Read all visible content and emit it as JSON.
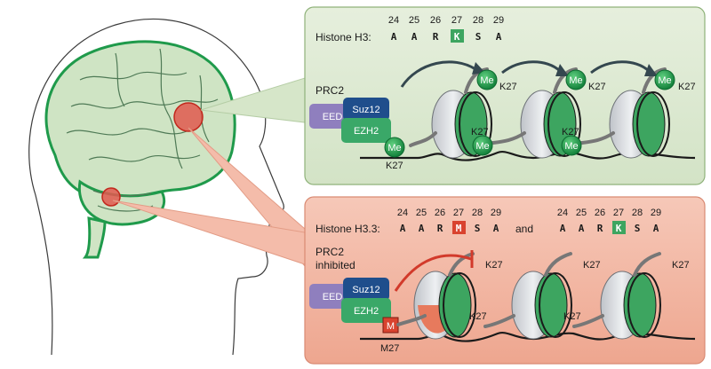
{
  "top_panel": {
    "histone_label": "Histone H3:",
    "positions": [
      "24",
      "25",
      "26",
      "27",
      "28",
      "29"
    ],
    "residues": [
      "A",
      "A",
      "R",
      "K",
      "S",
      "A"
    ],
    "complex_label": "PRC2",
    "proteins": {
      "eed": "EED",
      "suz12": "Suz12",
      "ezh2": "EZH2"
    },
    "methyl_mark": "Me",
    "k27_label": "K27"
  },
  "bottom_panel": {
    "histone_label": "Histone H3.3:",
    "positions": [
      "24",
      "25",
      "26",
      "27",
      "28",
      "29"
    ],
    "mutant_residues": [
      "A",
      "A",
      "R",
      "M",
      "S",
      "A"
    ],
    "connector": "and",
    "wt_positions": [
      "24",
      "25",
      "26",
      "27",
      "28",
      "29"
    ],
    "wt_residues": [
      "A",
      "A",
      "R",
      "K",
      "S",
      "A"
    ],
    "complex_label_line1": "PRC2",
    "complex_label_line2": "inhibited",
    "proteins": {
      "eed": "EED",
      "suz12": "Suz12",
      "ezh2": "EZH2"
    },
    "mutant_mark": "M",
    "mutant_label": "M27",
    "k27_label": "K27"
  },
  "colors": {
    "top_bg": "#dde9d3",
    "bottom_bg": "#f2b6a3",
    "green": "#1f9a4b",
    "red": "#d23a2b",
    "eed": "#8f7fbe",
    "suz12": "#1f4e8c",
    "ezh2": "#3aa868",
    "brain": "#cfe4c4"
  }
}
